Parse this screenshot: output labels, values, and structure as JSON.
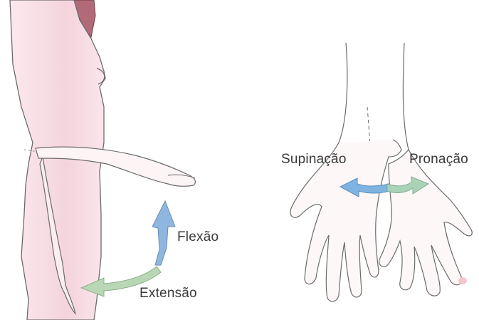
{
  "labels": {
    "flexao": "Flexão",
    "extensao": "Extensão",
    "supinacao": "Supinação",
    "pronacao": "Pronação"
  },
  "colors": {
    "flexao_arrow": "#8fb6de",
    "extensao_arrow": "#b9d7b4",
    "supinacao_arrow": "#7fb3e2",
    "pronacao_arrow": "#a9d2b6",
    "skin_shade": "#f3cfd9",
    "outline": "#6b6b6b",
    "hair": "#b26a78"
  }
}
